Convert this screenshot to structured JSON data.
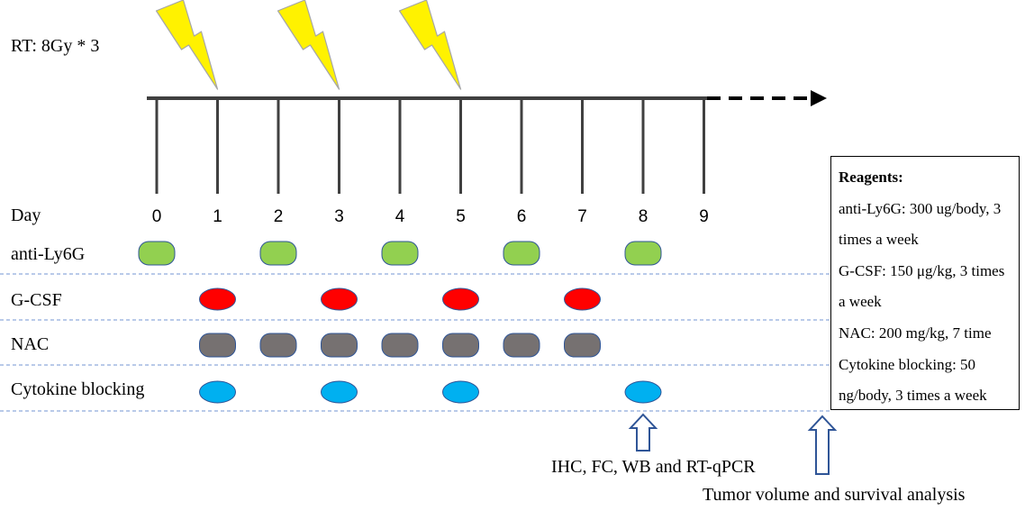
{
  "radiation": {
    "label": "RT: 8Gy * 3",
    "days": [
      1,
      3,
      5
    ],
    "bolt_color": "#FFF200"
  },
  "timeline": {
    "axis_label": "Day",
    "days": [
      "0",
      "1",
      "2",
      "3",
      "4",
      "5",
      "6",
      "7",
      "8",
      "9"
    ]
  },
  "rows": [
    {
      "label": "anti-Ly6G",
      "shape": "rounded-rect",
      "color": "#92D050",
      "days": [
        0,
        2,
        4,
        6,
        8
      ]
    },
    {
      "label": "G-CSF",
      "shape": "ellipse",
      "color": "#FF0000",
      "days": [
        1,
        3,
        5,
        7
      ]
    },
    {
      "label": "NAC",
      "shape": "rounded-rect",
      "color": "#767171",
      "days": [
        1,
        2,
        3,
        4,
        5,
        6,
        7
      ]
    },
    {
      "label": "Cytokine blocking",
      "shape": "ellipse",
      "color": "#00B0F0",
      "days": [
        1,
        3,
        5,
        8
      ]
    }
  ],
  "reagents": {
    "title": "Reagents:",
    "lines": [
      "anti-Ly6G: 300 ug/body, 3",
      "times a week",
      "G-CSF: 150 μg/kg, 3 times",
      "a week",
      "NAC: 200 mg/kg, 7 time",
      "Cytokine blocking: 50",
      "ng/body, 3 times a week"
    ]
  },
  "endpoints": [
    {
      "label": "IHC, FC, WB and RT-qPCR",
      "day": 8
    },
    {
      "label": "Tumor volume and survival analysis",
      "day": "end"
    }
  ],
  "colors": {
    "axis": "#404040",
    "divider": "#8FAADC",
    "endpoint_arrow": "#2F5597"
  }
}
